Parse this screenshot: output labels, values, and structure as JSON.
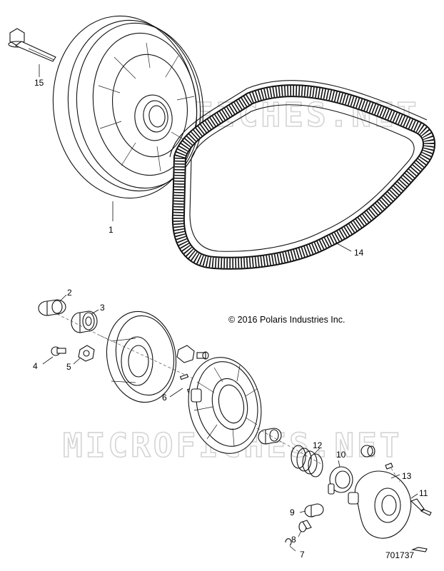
{
  "diagram": {
    "copyright": "© 2016 Polaris Industries Inc.",
    "part_number": "701737",
    "watermark": "MICROFICHES.NET",
    "callouts": [
      {
        "id": "c1",
        "label": "1"
      },
      {
        "id": "c2",
        "label": "2"
      },
      {
        "id": "c3",
        "label": "3"
      },
      {
        "id": "c4",
        "label": "4"
      },
      {
        "id": "c5",
        "label": "5"
      },
      {
        "id": "c6",
        "label": "6"
      },
      {
        "id": "c7",
        "label": "7"
      },
      {
        "id": "c8",
        "label": "8"
      },
      {
        "id": "c9",
        "label": "9"
      },
      {
        "id": "c10",
        "label": "10"
      },
      {
        "id": "c11",
        "label": "11"
      },
      {
        "id": "c12",
        "label": "12"
      },
      {
        "id": "c13",
        "label": "13"
      },
      {
        "id": "c14",
        "label": "14"
      },
      {
        "id": "c15",
        "label": "15"
      }
    ]
  }
}
